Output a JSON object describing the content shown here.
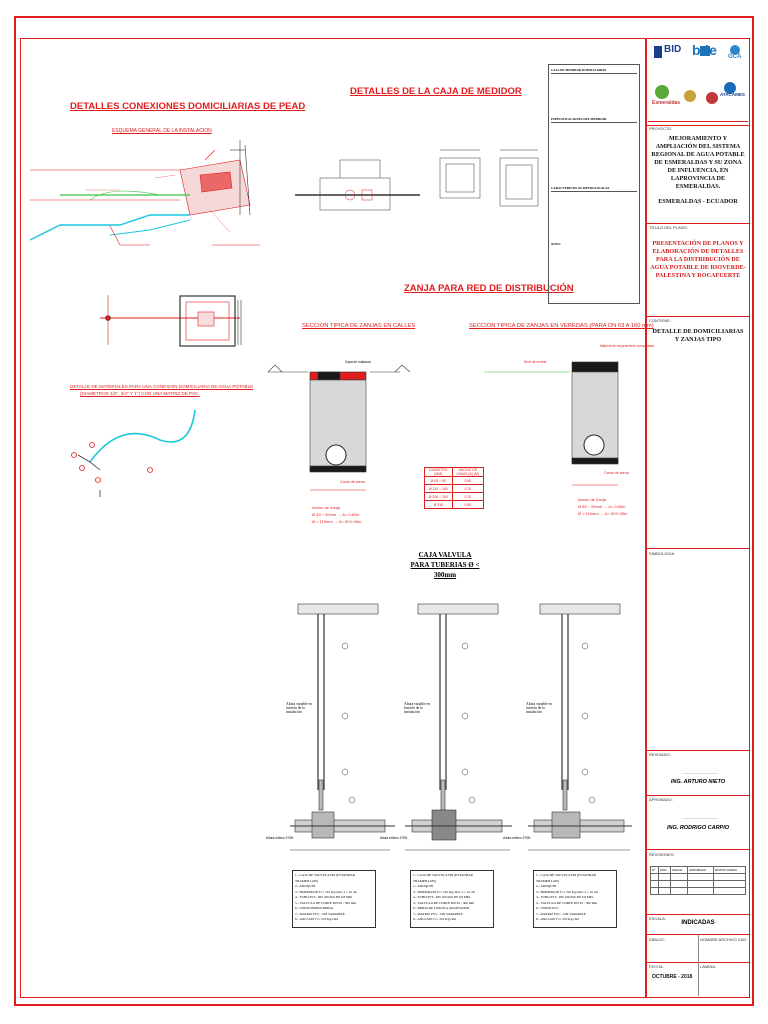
{
  "titles": {
    "domiciliarias": "DETALLES CONEXIONES DOMICILIARIAS DE PEAD",
    "domiciliarias_sub": "ESQUEMA GENERAL DE LA INSTALACION",
    "caja_medidor": "DETALLES DE LA CAJA DE MEDIDOR",
    "zanja": "ZANJA PARA RED DE DISTRIBUCIÓN",
    "seccion_calles": "SECCION TIPICA DE ZANJAS EN CALLES",
    "seccion_veredas": "SECCION TIPICA DE ZANJAS EN VEREDAS (PARA DN 63 A 160 mm)",
    "materiales": "DETALLE DE MATERIALES PARA UNA CONEXION DOMICILIARIA DE AGUA POTABLE",
    "materiales_sub": "(DIAMETROS 1/2\", 3/4\" Y 1\") CON UNA MATRIZ DE PVC.",
    "caja_valvula_1": "CAJA VALVULA",
    "caja_valvula_2": "PARA TUBERIAS Ø < 300mm"
  },
  "spec_box": {
    "header": "CAJA DE MEDIDOR DOMICILIARIO",
    "specs_header": "ESPECIFICACIONES DEL MEDIDOR",
    "caract_header": "CARACTERISTICAS METROLOGICAS",
    "nota": "NOTA:"
  },
  "calles": {
    "capa": "Capa de rodadura",
    "ancho": "Ancho de Zanja",
    "ancho1": "Ø 63 ÷ 90mm   →  A= 0.60m",
    "ancho2": "Ø > 110mm     →  A= Ø+0.40m",
    "cama": "Cama de arena"
  },
  "veredas": {
    "nivel": "Nivel de vereda",
    "material": "Material de mejoramiento compactado",
    "ancho": "Ancho de Zanja",
    "ancho1": "Ø 63 ÷ 90mm   →  A= 0.60m",
    "ancho2": "Ø > 110mm     →  A= Ø+0.40m",
    "cama": "Cama de arena"
  },
  "zanja_table": {
    "headers": [
      "DIAMETRO (MM)",
      "ANCHO DE ZANJA (A) (M)"
    ],
    "rows": [
      [
        "Ø 63 ÷ 90",
        "0.60"
      ],
      [
        "Ø 110 ÷ 160",
        "0.70"
      ],
      [
        "Ø 200 ÷ 250",
        "0.70"
      ],
      [
        "Ø 315",
        "0.80"
      ]
    ]
  },
  "valve_legend": [
    "1.- CAJA DE VALVULA HO (ESTANDAR TRAMPILLON)",
    "2.- ADOQUIN",
    "3.- HORMIGON f'c= 210 Kg/cm2, e = 10 cm",
    "4.- TUBO PVC. DN 160 mm PN 0.8 MPa",
    "5.- VALVULA DE CORTE DN 63 - 300 mm",
    "6.- UNION BRIDA BRIDA",
    "7.- MATRIZ PVC - DN VARIABLE",
    "8.- ANCLAJE f'c= 210 Kg/cm2"
  ],
  "valve_legend_2": [
    "1.- CAJA DE VALVULA HO (ESTANDAR TRAMPILLON)",
    "2.- ADOQUIN",
    "3.- HORMIGON f'c= 210 Kg/cm2, e = 10 cm",
    "4.- TUBO PVC. DN 160 mm PN 0.8 MPa",
    "5.- VALVULA DE CORTE DN 63 - 300 mm",
    "6.- BRIDA DE UNION A ADAPTADOR",
    "7.- MATRIZ PVC - DN VARIABLE",
    "8.- ANCLAJE f'c= 210 Kg/cm2"
  ],
  "valve_legend_3": [
    "1.- CAJA DE VALVULA HO (ESTANDAR TRAMPILLON)",
    "2.- ADOQUIN",
    "3.- HORMIGON f'c= 210 Kg/cm2, e = 10 cm",
    "4.- TUBO PVC. DN 160 mm PN 0.8 MPa",
    "5.- VALVULA DE CORTE DN 63 - 300 mm",
    "6.- UNION PVC",
    "7.- MATRIZ PVC - DN VARIABLE",
    "8.- ANCLAJE f'c= 210 Kg/cm2"
  ],
  "valve_notes": {
    "altura": "Altura variable en función de la instalación",
    "altura_relleno": "Altura relleno 2*DN"
  },
  "titleblock": {
    "logos": [
      "BID",
      "bde",
      "GCA",
      "Esmeraldas",
      "ATACAMES"
    ],
    "proyecto_label": "PROYECTO",
    "proyecto": "MEJORAMIENTO Y AMPLIACIÓN DEL SISTEMA REGIONAL DE AGUA POTABLE DE ESMERALDAS Y SU ZONA DE INFLUENCIA, EN LAPROVINCIA DE ESMERALDAS.",
    "ubicacion": "ESMERALDAS - ECUADOR",
    "titulo_label": "TITULO DEL PLANO:",
    "titulo": "PRESENTACIÓN DE PLANOS Y ELABORACIÓN DE DETALLES PARA LA DISTRIBUCIÓN DE AGUA POTABLE DE RIOVERDE-PALESTINA Y ROCAFUERTE",
    "contiene_label": "CONTIENE:",
    "contiene": "DETALLE DE DOMICILIARIAS Y ZANJAS TIPO",
    "simbologia_label": "SIMBOLOGIA",
    "revisado_label": "REVISADO:",
    "revisado": "ING. ARTURO NIETO",
    "aprobado_label": "APROBADO:",
    "aprobado": "ING. RODRIGO CARPIO",
    "revisiones_label": "REVISIONES:",
    "rev_headers": [
      "Nº",
      "POR",
      "FECHA",
      "APROBADO",
      "MOTIVO FIRMA"
    ],
    "escala_label": "ESCALA:",
    "escala": "INDICADAS",
    "dibujo_label": "DIBUJO:",
    "archivo_label": "NOMBRE ARCHIVO CAD:",
    "fecha_label": "FECHA:",
    "fecha": "OCTUBRE - 2018",
    "lamina_label": "LAMINA:",
    "dots": "................................"
  },
  "colors": {
    "border_red": "#e21d1d",
    "pipe_cyan": "#19c7de",
    "pipe_green": "#3dbf3d"
  }
}
